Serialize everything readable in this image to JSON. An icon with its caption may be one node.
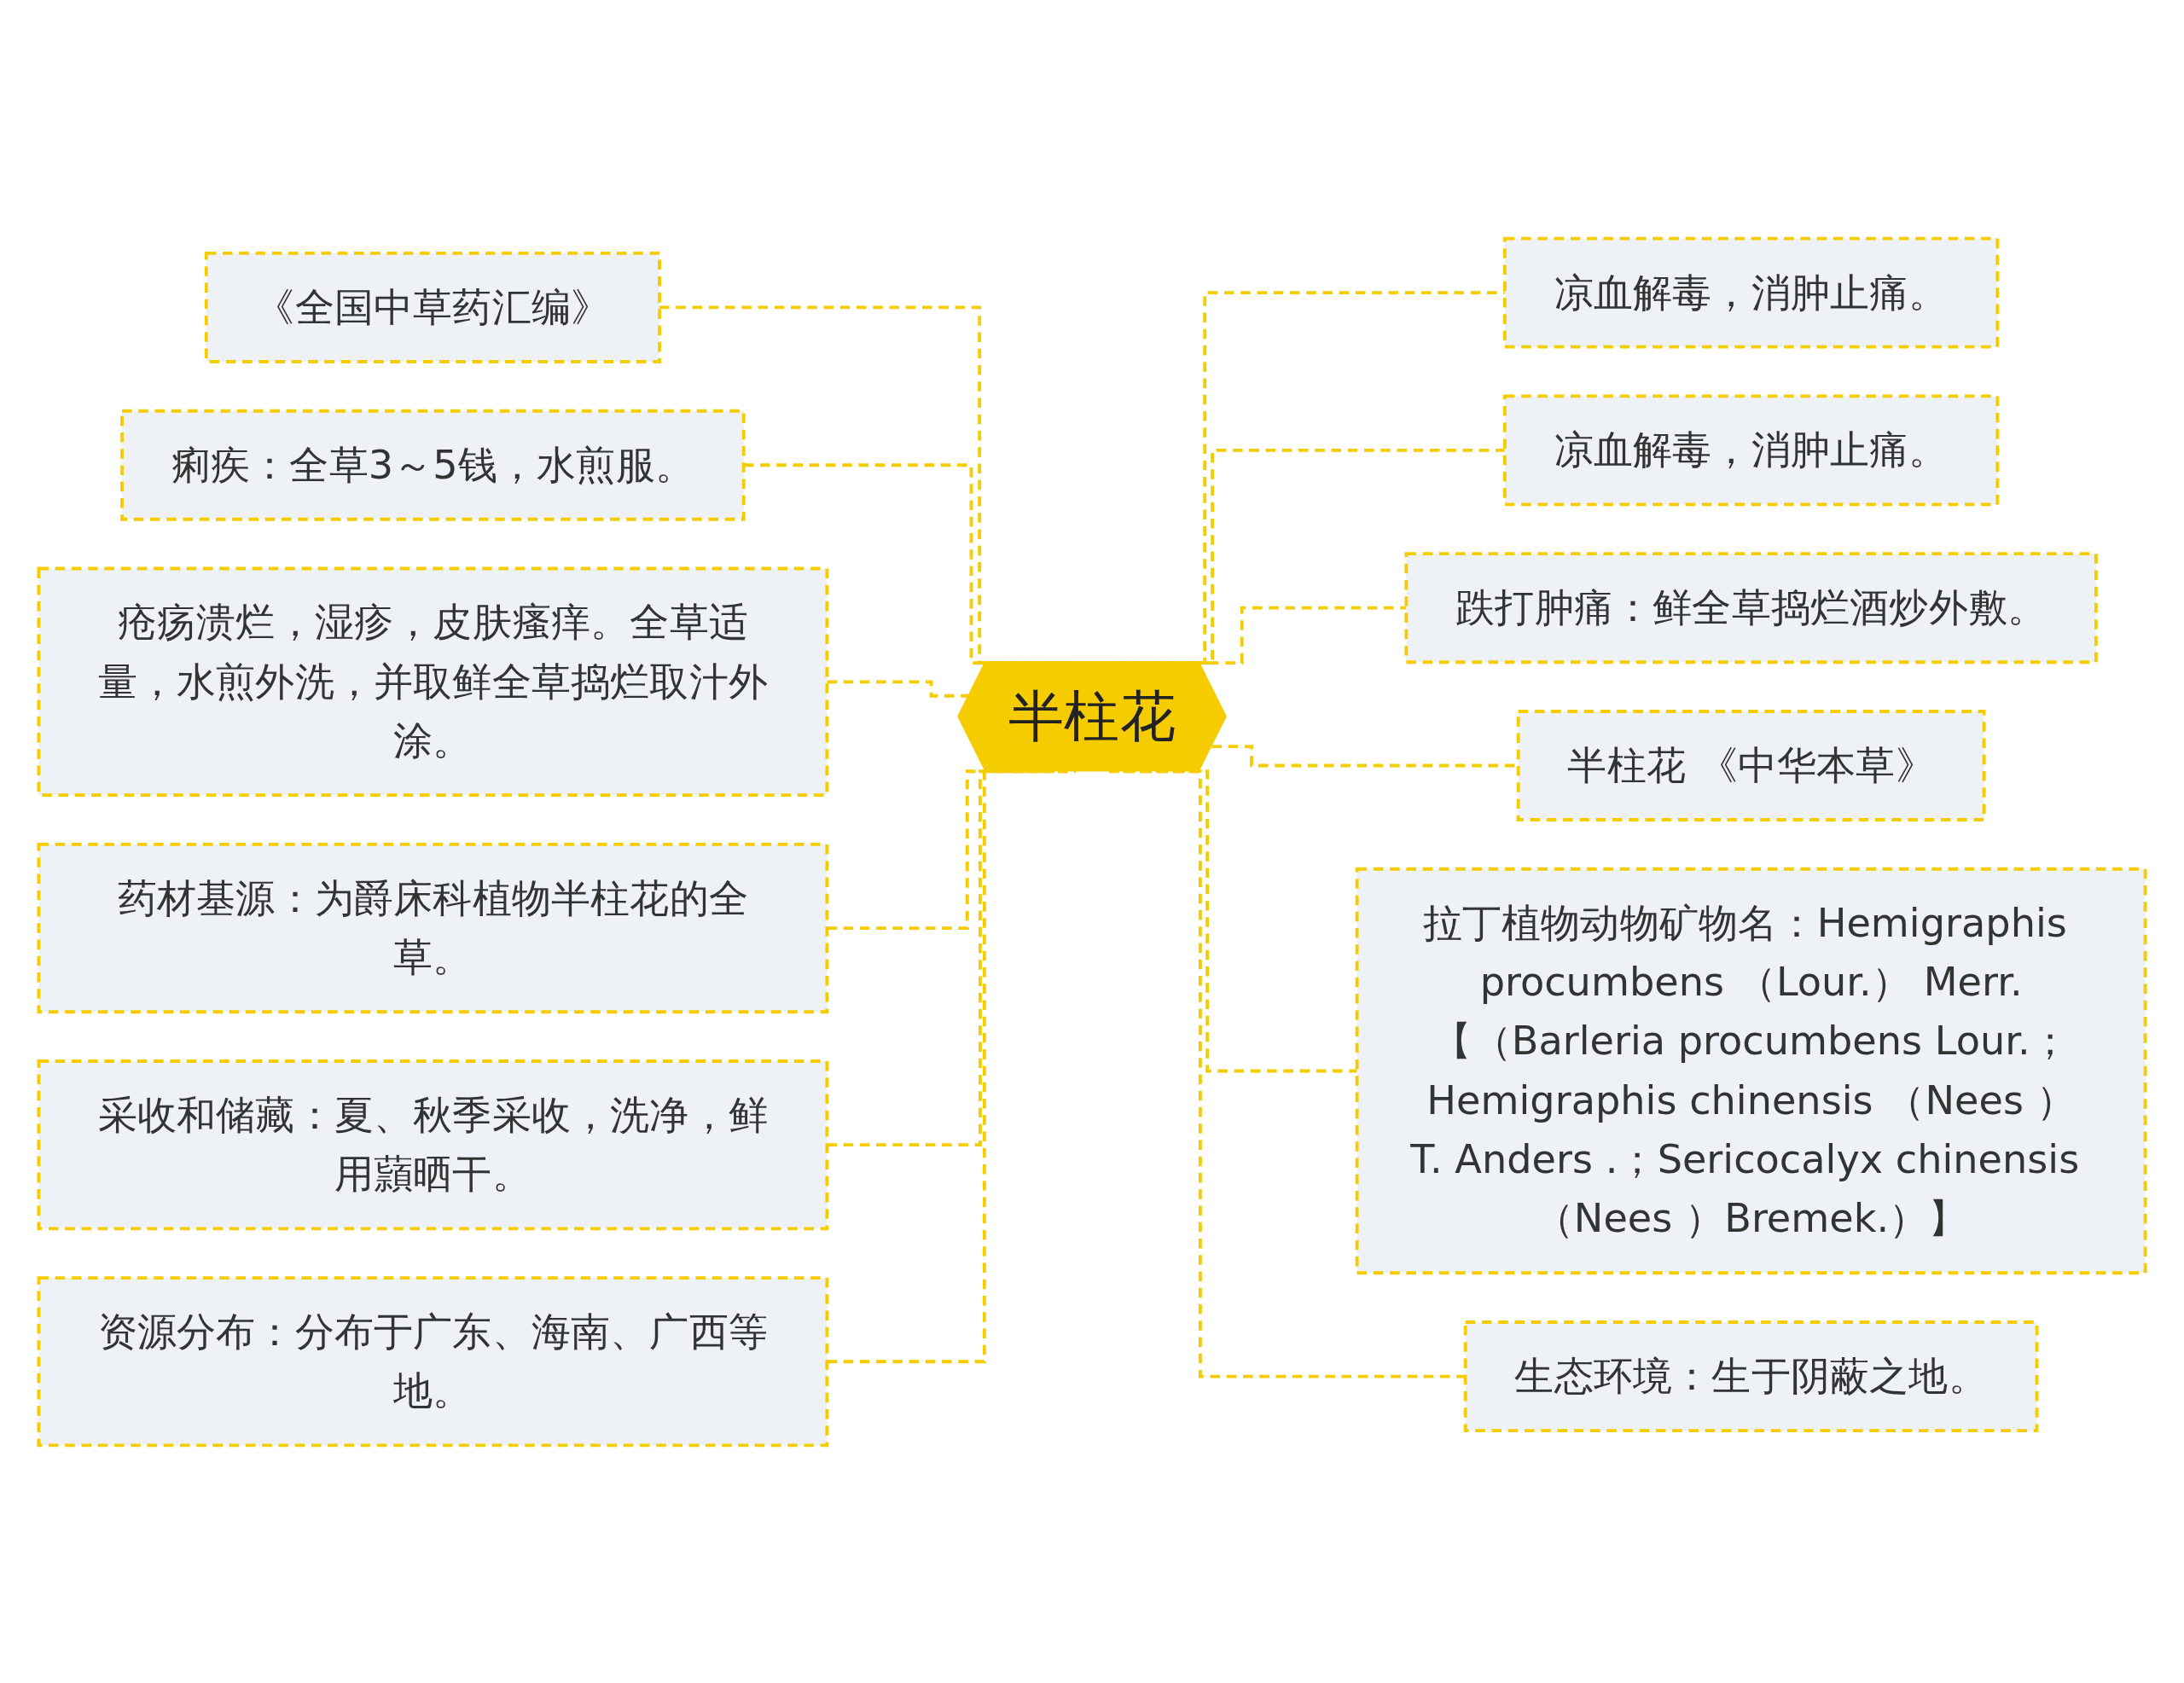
{
  "diagram": {
    "nodes": [
      {
        "text": [
          "半柱花"
        ]
      },
      {
        "text": [
          "《全国中草药汇编》"
        ]
      },
      {
        "text": [
          "痢疾：全草3～5钱，水煎服。"
        ]
      },
      {
        "text": [
          "疮疡溃烂，湿疹，皮肤瘙痒。全草适量，水煎外洗，并取鲜全草捣烂取汁外涂。"
        ]
      },
      {
        "text": [
          "药材基源：为爵床科植物半柱花的全草。"
        ]
      },
      {
        "text": [
          "采收和储藏：夏、秋季采收，洗净，鲜用蘏晒干。"
        ]
      },
      {
        "text": [
          "资源分布：分布于广东、海南、广西等地。"
        ]
      },
      {
        "text": [
          "凉血解毒，消肿止痛。"
        ]
      },
      {
        "text": [
          "凉血解毒，消肿止痛。"
        ]
      },
      {
        "text": [
          "跌打肿痛：鲜全草捣烂酒炒外敷。"
        ]
      },
      {
        "text": [
          "半柱花 《中华本草》"
        ]
      },
      {
        "text": [
          "拉丁植物动物矿物名：Hemigraphis procumbens （Lour.） Merr.【（Barleria procumbens Lour.；Hemigraphis chinensis （Nees ）T. Anders .；Sericocalyx chinensis （Nees ）Bremek.）】"
        ]
      },
      {
        "text": [
          "生态环境：生于阴蔽之地。"
        ]
      }
    ],
    "edges": [
      {
        "from": 1,
        "to": 0,
        "arrow": "none",
        "style": "dashed"
      },
      {
        "from": 2,
        "to": 0,
        "arrow": "none",
        "style": "dashed"
      },
      {
        "from": 3,
        "to": 0,
        "arrow": "none",
        "style": "dashed"
      },
      {
        "from": 4,
        "to": 0,
        "arrow": "none",
        "style": "dashed"
      },
      {
        "from": 5,
        "to": 0,
        "arrow": "none",
        "style": "dashed"
      },
      {
        "from": 6,
        "to": 0,
        "arrow": "none",
        "style": "dashed"
      },
      {
        "from": 0,
        "to": 7,
        "arrow": "none",
        "style": "dashed"
      },
      {
        "from": 0,
        "to": 8,
        "arrow": "none",
        "style": "dashed"
      },
      {
        "from": 0,
        "to": 9,
        "arrow": "none",
        "style": "dashed"
      },
      {
        "from": 0,
        "to": 10,
        "arrow": "none",
        "style": "dashed"
      },
      {
        "from": 0,
        "to": 11,
        "arrow": "none",
        "style": "dashed"
      },
      {
        "from": 0,
        "to": 12,
        "arrow": "none",
        "style": "dashed"
      }
    ]
  }
}
